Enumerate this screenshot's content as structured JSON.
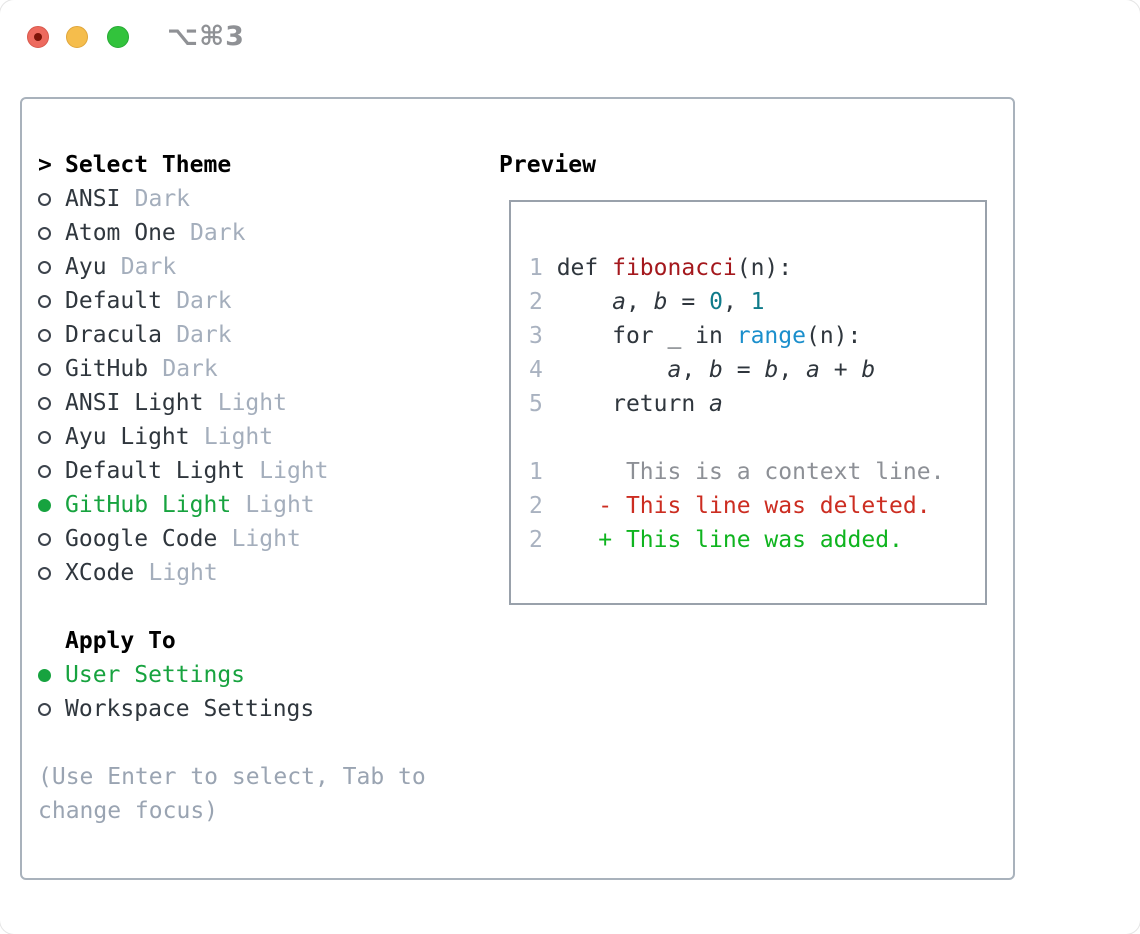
{
  "window": {
    "shortcut_label": "⌥⌘3"
  },
  "colors": {
    "selection_green": "#17a33f",
    "added_green": "#0fb41f",
    "deleted_red": "#cc2d21",
    "function_red": "#a4181d",
    "number_teal": "#0f7b8a",
    "builtin_blue": "#1b8fcc",
    "muted_gray": "#a4aebc",
    "context_gray": "#8d9096",
    "panel_border": "#a9b2bc",
    "traffic_red": "#ed6a5e",
    "traffic_yellow": "#f5bd4c",
    "traffic_green": "#32c33c"
  },
  "theme_picker": {
    "title_prefix": ">",
    "title": "Select Theme",
    "themes": [
      {
        "name": "ANSI",
        "variant": "Dark",
        "selected": false
      },
      {
        "name": "Atom One",
        "variant": "Dark",
        "selected": false
      },
      {
        "name": "Ayu",
        "variant": "Dark",
        "selected": false
      },
      {
        "name": "Default",
        "variant": "Dark",
        "selected": false
      },
      {
        "name": "Dracula",
        "variant": "Dark",
        "selected": false
      },
      {
        "name": "GitHub",
        "variant": "Dark",
        "selected": false
      },
      {
        "name": "ANSI Light",
        "variant": "Light",
        "selected": false
      },
      {
        "name": "Ayu Light",
        "variant": "Light",
        "selected": false
      },
      {
        "name": "Default Light",
        "variant": "Light",
        "selected": false
      },
      {
        "name": "GitHub Light",
        "variant": "Light",
        "selected": true
      },
      {
        "name": "Google Code",
        "variant": "Light",
        "selected": false
      },
      {
        "name": "XCode",
        "variant": "Light",
        "selected": false
      }
    ],
    "apply_to": {
      "title": "Apply To",
      "options": [
        {
          "label": "User Settings",
          "selected": true
        },
        {
          "label": "Workspace Settings",
          "selected": false
        }
      ]
    },
    "hint_line1": "(Use Enter to select, Tab to",
    "hint_line2": "change focus)"
  },
  "preview": {
    "title": "Preview",
    "code": {
      "lines": [
        {
          "num": "1",
          "segs": [
            {
              "k": "plain",
              "t": " def "
            },
            {
              "k": "function",
              "t": "fibonacci"
            },
            {
              "k": "plain",
              "t": "(n):"
            }
          ]
        },
        {
          "num": "2",
          "segs": [
            {
              "k": "plain",
              "t": "     "
            },
            {
              "k": "variable",
              "t": "a"
            },
            {
              "k": "plain",
              "t": ", "
            },
            {
              "k": "variable",
              "t": "b"
            },
            {
              "k": "plain",
              "t": " = "
            },
            {
              "k": "number",
              "t": "0"
            },
            {
              "k": "plain",
              "t": ", "
            },
            {
              "k": "number",
              "t": "1"
            }
          ]
        },
        {
          "num": "3",
          "segs": [
            {
              "k": "plain",
              "t": "     for _ in "
            },
            {
              "k": "builtin",
              "t": "range"
            },
            {
              "k": "plain",
              "t": "(n):"
            }
          ]
        },
        {
          "num": "4",
          "segs": [
            {
              "k": "plain",
              "t": "         "
            },
            {
              "k": "variable",
              "t": "a"
            },
            {
              "k": "plain",
              "t": ", "
            },
            {
              "k": "variable",
              "t": "b"
            },
            {
              "k": "plain",
              "t": " = "
            },
            {
              "k": "variable",
              "t": "b"
            },
            {
              "k": "plain",
              "t": ", "
            },
            {
              "k": "variable",
              "t": "a"
            },
            {
              "k": "plain",
              "t": " + "
            },
            {
              "k": "variable",
              "t": "b"
            }
          ]
        },
        {
          "num": "5",
          "segs": [
            {
              "k": "plain",
              "t": "     return "
            },
            {
              "k": "variable",
              "t": "a"
            }
          ]
        }
      ]
    },
    "diff": {
      "lines": [
        {
          "num": "1",
          "kind": "context",
          "text": "      This is a context line."
        },
        {
          "num": "2",
          "kind": "deleted",
          "text": "    - This line was deleted."
        },
        {
          "num": "2",
          "kind": "added",
          "text": "    + This line was added."
        }
      ]
    }
  }
}
